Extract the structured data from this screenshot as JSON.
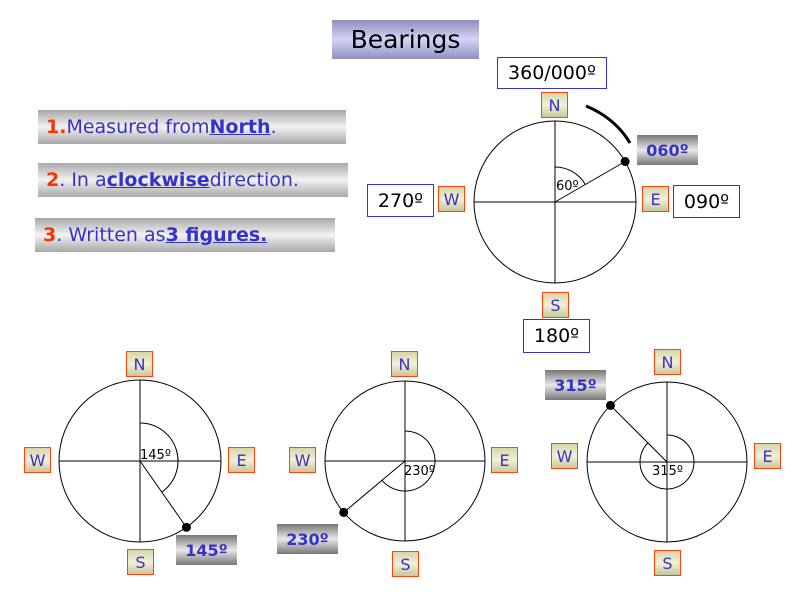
{
  "title": "Bearings",
  "rules": [
    {
      "num": "1",
      "pre": " Measured from ",
      "em": "North",
      "post": "."
    },
    {
      "num": "2",
      "pre": ". In a ",
      "em": "clockwise",
      "post": " direction."
    },
    {
      "num": "3",
      "pre": ". Written as ",
      "em": "3 figures.",
      "post": ""
    }
  ],
  "directions": {
    "n": "N",
    "e": "E",
    "s": "S",
    "w": "W"
  },
  "main": {
    "north": "360/000º",
    "east": "090º",
    "south": "180º",
    "west": "270º",
    "bearing": 60,
    "bearing_label": "060º",
    "angle_label": "60º"
  },
  "examples": [
    {
      "bearing": 145,
      "bearing_label": "145º",
      "angle_label": "145º"
    },
    {
      "bearing": 230,
      "bearing_label": "230º",
      "angle_label": "230º"
    },
    {
      "bearing": 315,
      "bearing_label": "315º",
      "angle_label": "315º"
    }
  ],
  "colors": {
    "accent": "#3333cc",
    "number": "#ff3300"
  }
}
